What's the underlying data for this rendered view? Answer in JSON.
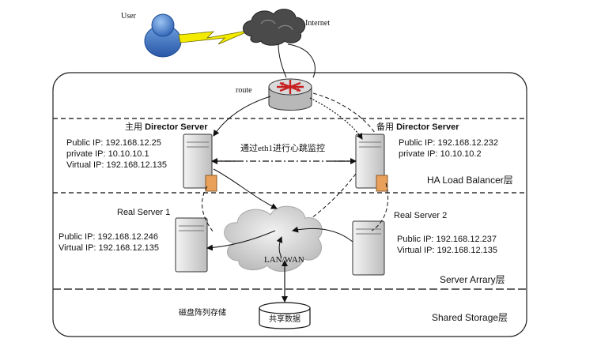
{
  "user": {
    "label": "User"
  },
  "internet": {
    "label": "Internet"
  },
  "router": {
    "label": "route"
  },
  "primary_director": {
    "title_prefix": "主用 ",
    "title": "Director Server",
    "public_ip": "Public IP: 192.168.12.25",
    "private_ip": "private IP: 10.10.10.1",
    "virtual_ip": "Virtual IP: 192.168.12.135"
  },
  "backup_director": {
    "title_prefix": "备用 ",
    "title": "Director Server",
    "public_ip": "Public IP: 192.168.12.232",
    "private_ip": "private IP: 10.10.10.2"
  },
  "heartbeat": {
    "label": "通过eth1进行心跳监控"
  },
  "layers": {
    "ha": "HA Load Balancer层",
    "server_array": "Server Arrary层",
    "storage": "Shared Storage层"
  },
  "real_server_1": {
    "title": "Real Server 1",
    "public_ip": "Public IP: 192.168.12.246",
    "virtual_ip": "Virtual IP: 192.168.12.135"
  },
  "real_server_2": {
    "title": "Real Server 2",
    "public_ip": "Public IP: 192.168.12.237",
    "virtual_ip": "Virtual IP: 192.168.12.135"
  },
  "lan": {
    "label": "LAN/WAN"
  },
  "storage": {
    "array_label": "磁盘阵列存储",
    "disk_label": "共享数据"
  },
  "colors": {
    "user_blue": "#3a73c9",
    "lightning": "#f3ea00",
    "router_red": "#c72020",
    "server_grey": "#d8d8d8",
    "drive_orange": "#e8a05a",
    "cloud_grey": "#bfbfbf"
  }
}
